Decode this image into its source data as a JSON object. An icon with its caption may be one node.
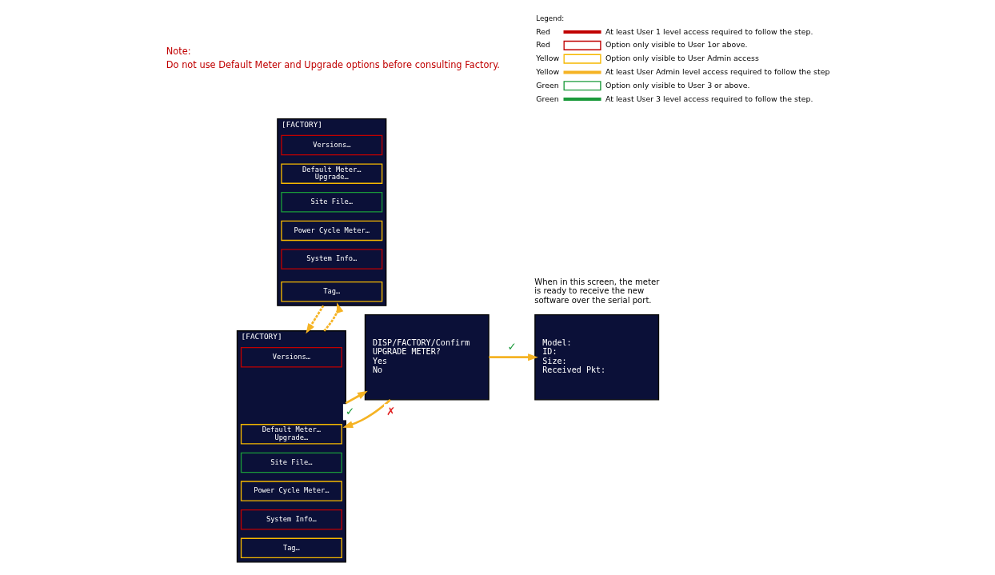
{
  "diagram": {
    "nodes": [
      {
        "text": [
          "[FACTORY]"
        ]
      },
      {
        "text": [
          "Versions…"
        ],
        "in": 0
      },
      {
        "text": [
          "Default Meter…",
          "Upgrade…"
        ],
        "in": 0
      },
      {
        "text": [
          "Site File…"
        ],
        "in": 0
      },
      {
        "text": [
          "Power Cycle Meter…"
        ],
        "in": 0
      },
      {
        "text": [
          "System Info…"
        ],
        "in": 0
      },
      {
        "text": [
          "Tag…"
        ],
        "in": 0
      },
      {
        "text": [
          "[FACTORY]"
        ]
      },
      {
        "text": [
          "Versions…"
        ],
        "in": 7
      },
      {
        "text": [
          "Default Meter…",
          "Upgrade…"
        ],
        "in": 7
      },
      {
        "text": [
          "Site File…"
        ],
        "in": 7
      },
      {
        "text": [
          "Power Cycle Meter…"
        ],
        "in": 7
      },
      {
        "text": [
          "System Info…"
        ],
        "in": 7
      },
      {
        "text": [
          "Tag…"
        ],
        "in": 7
      },
      {
        "text": [
          "DISP/FACTORY/Confirm",
          "UPGRADE METER?",
          "Yes",
          "No"
        ]
      },
      {
        "text": [
          "Model:",
          "ID:",
          "Size:",
          "Received Pkt:"
        ],
        "beside": [
          "When in this screen, the meter is ready to receive the new software over the serial port."
        ]
      }
    ],
    "edges": [
      {
        "from": 0,
        "to": 7,
        "arrow": "to",
        "style": "dashed"
      },
      {
        "from": 7,
        "to": 0,
        "arrow": "to",
        "style": "dashed"
      },
      {
        "from": 7,
        "to": 14,
        "arrow": "to",
        "label": "✓"
      },
      {
        "from": 14,
        "to": 7,
        "arrow": "to",
        "label": "✗"
      },
      {
        "from": 14,
        "to": 15,
        "arrow": "to",
        "label": "✓"
      }
    ],
    "labels": [
      "Note:",
      "Do not use Default Meter and Upgrade options before consulting Factory.",
      "Legend:",
      "Red",
      "Red",
      "Yellow",
      "Yellow",
      "Green",
      "Green"
    ],
    "legend": [
      {
        "text": "At least User 1 level access required to follow the step.",
        "color": "#c00000"
      },
      {
        "text": "Option only visible to User 1or above.",
        "color": "#c00000"
      },
      {
        "text": "Option only visible to User Admin access",
        "color": "#f5b800"
      },
      {
        "text": "At least User Admin level access required to follow the step",
        "color": "#f5b324"
      },
      {
        "text": "Option only visible to User 3 or above.",
        "color": "#1a9a3a"
      },
      {
        "text": "At least User 3 level access required to follow the step.",
        "color": "#1a9a3a"
      }
    ]
  }
}
